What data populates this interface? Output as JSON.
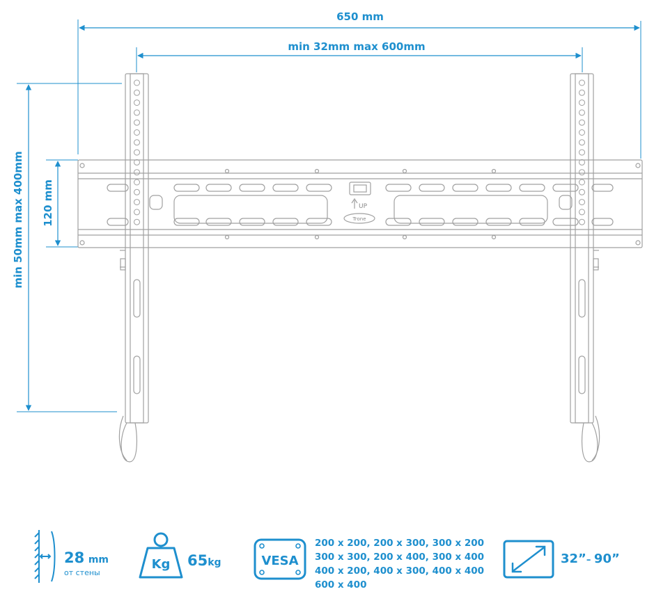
{
  "dimensions": {
    "total_width": "650 mm",
    "width_range": "min 32mm max 600mm",
    "height_range": "min 50mm max 400mm",
    "plate_height": "120 mm"
  },
  "plate": {
    "up_label": "UP",
    "brand_label": "Trone"
  },
  "specs": {
    "wall_distance": {
      "value": "28",
      "unit": "mm",
      "caption": "от стены"
    },
    "max_load": {
      "icon_label": "Kg",
      "value": "65",
      "unit": "kg"
    },
    "vesa": {
      "icon_label": "VESA",
      "lines": [
        "200 x 200, 200 x 300, 300 x 200",
        "300 x 300, 200 x 400, 300 x 400",
        "400 x 200, 400 x 300, 400 x 400",
        "600 x 400"
      ]
    },
    "screen_size": {
      "min": "32”",
      "separator": "– ",
      "max": "90”"
    }
  },
  "colors": {
    "accent": "#1e8fce",
    "line": "#9a9a9a"
  }
}
